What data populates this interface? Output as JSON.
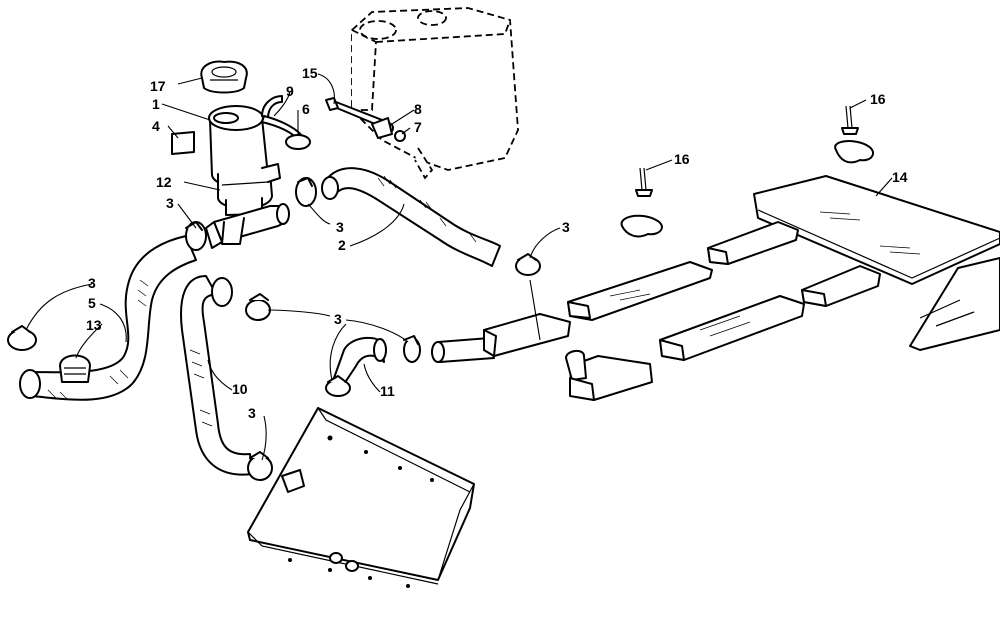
{
  "callouts": [
    {
      "id": "c17",
      "text": "17"
    },
    {
      "id": "c1",
      "text": "1"
    },
    {
      "id": "c4",
      "text": "4"
    },
    {
      "id": "c12",
      "text": "12"
    },
    {
      "id": "c3a",
      "text": "3"
    },
    {
      "id": "c15",
      "text": "15"
    },
    {
      "id": "c9",
      "text": "9"
    },
    {
      "id": "c6",
      "text": "6"
    },
    {
      "id": "c8",
      "text": "8"
    },
    {
      "id": "c7",
      "text": "7"
    },
    {
      "id": "c3b",
      "text": "3"
    },
    {
      "id": "c2",
      "text": "2"
    },
    {
      "id": "c3c",
      "text": "3"
    },
    {
      "id": "c16a",
      "text": "16"
    },
    {
      "id": "c16b",
      "text": "16"
    },
    {
      "id": "c14",
      "text": "14"
    },
    {
      "id": "c3d",
      "text": "3"
    },
    {
      "id": "c5",
      "text": "5"
    },
    {
      "id": "c13",
      "text": "13"
    },
    {
      "id": "c3e",
      "text": "3"
    },
    {
      "id": "c10",
      "text": "10"
    },
    {
      "id": "c11",
      "text": "11"
    },
    {
      "id": "c3f",
      "text": "3"
    }
  ],
  "colors": {
    "line": "#000000",
    "background": "#ffffff"
  }
}
